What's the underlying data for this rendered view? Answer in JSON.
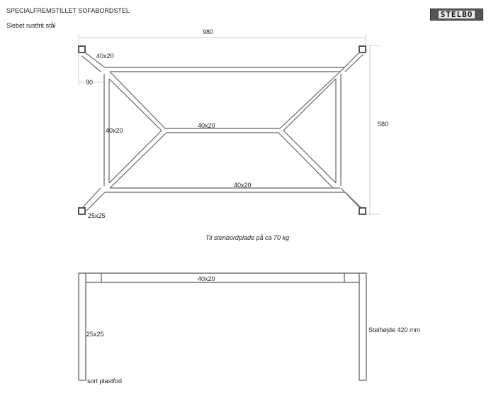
{
  "header": {
    "title": "SPECIALFREMSTILLET SOFABORDSTEL",
    "subtitle": "Slebet rustfrit stål",
    "logo_text": "STELBO"
  },
  "top_view": {
    "dim_width": "980",
    "dim_depth": "580",
    "dim_inset": "90",
    "label_diagonal": "40x20",
    "label_left_rail": "40x20",
    "label_center_bar": "40x20",
    "label_bottom_rail": "40x20",
    "label_leg": "25x25",
    "caption": "Til stenbordplade på ca 70 kg"
  },
  "side_view": {
    "label_top_rail": "40x20",
    "label_leg": "25x25",
    "label_foot": "sort plastfod",
    "label_height": "Stelhøjde 420 mm"
  },
  "colors": {
    "line": "#555555",
    "dimension": "#cccccc",
    "text": "#222222"
  }
}
